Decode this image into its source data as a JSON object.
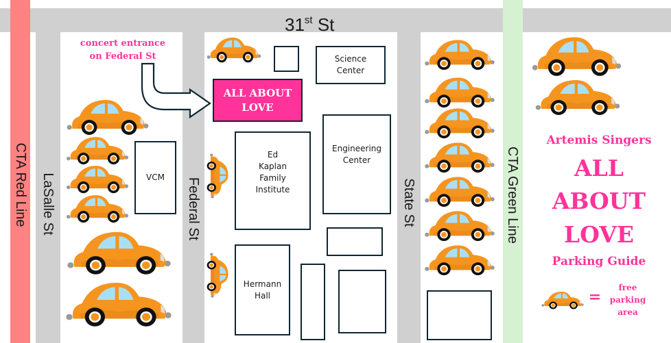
{
  "title": "Artemis Singers ALL ABOUT LOVE Parking Guide",
  "colors": {
    "road": "#d0d0d0",
    "red_line": "#ff8282",
    "green_line": "#d6f1d2",
    "accent_pink": "#ff3399",
    "building_border": "#0d2633",
    "car_body": "#f5951f",
    "car_window": "#a9dff5"
  },
  "streets": {
    "top": {
      "name": "31",
      "suffix": "st",
      "type": "St"
    },
    "lasalle": "LaSalle St",
    "federal": "Federal St",
    "state": "State St"
  },
  "transit": {
    "red": "CTA Red Line",
    "green": "CTA Green Line"
  },
  "callout": {
    "line1": "concert entrance",
    "line2": "on Federal St",
    "icon": "curved-arrow-right"
  },
  "venue": {
    "label": "ALL ABOUT\nLOVE"
  },
  "buildings": {
    "vcm": "VCM",
    "science": "Science\nCenter",
    "kaplan": "Ed\nKaplan\nFamily\nInstitute",
    "engineering": "Engineering\nCenter",
    "hermann": "Hermann\nHall"
  },
  "legend": {
    "org": "Artemis Singers",
    "title_line1": "ALL",
    "title_line2": "ABOUT",
    "title_line3": "LOVE",
    "subtitle": "Parking Guide",
    "equals": "=",
    "key_line1": "free",
    "key_line2": "parking",
    "key_line3": "area",
    "key_icon": "car-icon"
  },
  "parking_areas": {
    "lasalle_block_cars": 6,
    "federal_north_cars": 1,
    "federal_street_cars": 2,
    "state_block_cars": 7,
    "legend_side_cars": 2
  }
}
